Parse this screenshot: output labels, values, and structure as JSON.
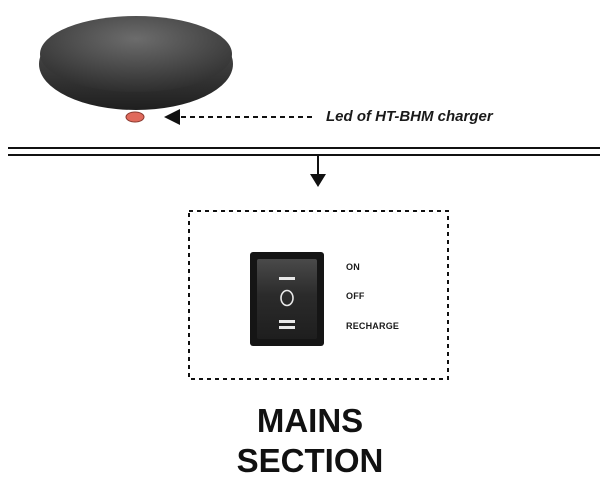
{
  "charger": {
    "led_label": "Led of HT-BHM charger"
  },
  "switch": {
    "positions": {
      "on": "ON",
      "off": "OFF",
      "recharge": "RECHARGE"
    },
    "off_symbol": "O"
  },
  "section": {
    "title_line_1": "MAINS",
    "title_line_2": "SECTION"
  },
  "colors": {
    "led": "#e06a5c",
    "charger_body": "#3d3d3d",
    "switch_body": "#151515"
  }
}
